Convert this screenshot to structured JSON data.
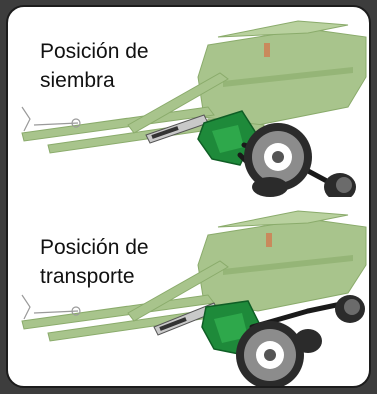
{
  "figure": {
    "top": {
      "caption_line1": "Posición de",
      "caption_line2": "siembra"
    },
    "bottom": {
      "caption_line1": "Posición de",
      "caption_line2": "transporte"
    }
  },
  "colors": {
    "frame": "#3d3d3d",
    "panel": "#ffffff",
    "faded_green": "#a8c48c",
    "faded_green_dark": "#8aab6b",
    "highlight_green": "#1e8a3a",
    "highlight_green_dark": "#0f5e25",
    "link_black": "#1a1a1a",
    "wheel_grey": "#8c8c8c",
    "tire_dark": "#2b2b2b",
    "hydraulic_silver": "#c9c9c9"
  },
  "icons": [
    "seeder-sowing-illustration",
    "seeder-transport-illustration"
  ]
}
